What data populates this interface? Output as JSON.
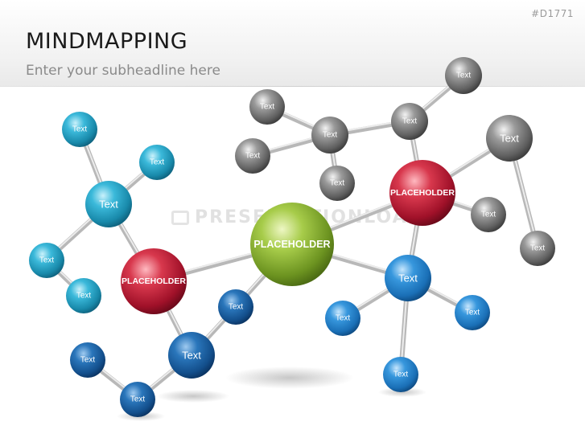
{
  "header": {
    "title": "MINDMAPPING",
    "subtitle": "Enter your subheadline here",
    "slide_id": "#D1771"
  },
  "watermark": {
    "text": "PRESENTATIONLOAD"
  },
  "nodes": {
    "center": "PLACEHOLDER",
    "hub_left": "PLACEHOLDER",
    "hub_right": "PLACEHOLDER",
    "cyan_big": "Text",
    "cyan_1": "Text",
    "cyan_2": "Text",
    "cyan_3": "Text",
    "cyan_4": "Text",
    "darkblue_big": "Text",
    "darkblue_1": "Text",
    "darkblue_2": "Text",
    "darkblue_3": "Text",
    "gray_1": "Text",
    "gray_2": "Text",
    "gray_3": "Text",
    "gray_4": "Text",
    "gray_5": "Text",
    "gray_6": "Text",
    "gray_big": "Text",
    "gray_7": "Text",
    "gray_8": "Text",
    "blue_big": "Text",
    "blue_1": "Text",
    "blue_2": "Text",
    "blue_3": "Text"
  },
  "colors": {
    "green": "#8db32e",
    "red": "#c0203a",
    "cyan": "#2aa7c9",
    "dark_blue": "#1a5fa3",
    "blue": "#2a86cc",
    "gray": "#7d7d7d"
  }
}
